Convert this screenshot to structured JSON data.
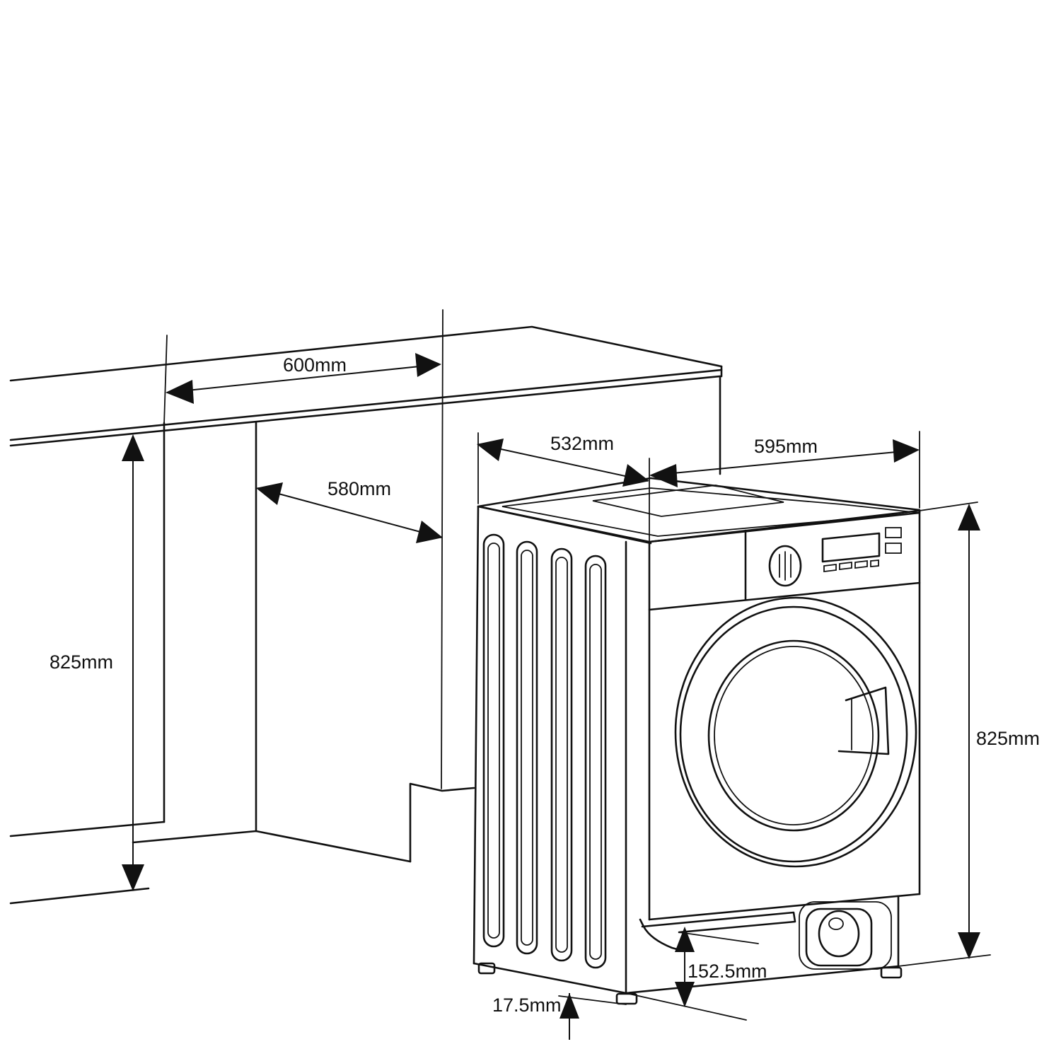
{
  "dimensions": {
    "cabinet_width": "600mm",
    "cabinet_depth": "580mm",
    "cabinet_height": "825mm",
    "machine_depth": "532mm",
    "machine_width": "595mm",
    "machine_height": "825mm",
    "plinth_height": "152.5mm",
    "foot_height": "17.5mm"
  }
}
